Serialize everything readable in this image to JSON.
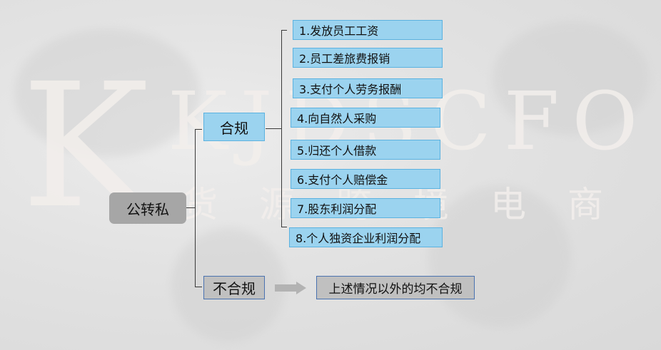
{
  "watermark": {
    "big_letter": "K",
    "logo": "KJDSCFO",
    "subtitle": "货源跨境电商"
  },
  "diagram": {
    "root": {
      "label": "公转私"
    },
    "compliant": {
      "label": "合规",
      "items": [
        "1.发放员工工资",
        "2.员工差旅费报销",
        "3.支付个人劳务报酬",
        "4.向自然人采购",
        "5.归还个人借款",
        "6.支付个人赔偿金",
        "7.股东利润分配",
        "8.个人独资企业利润分配"
      ]
    },
    "noncompliant": {
      "label": "不合规",
      "result": "上述情况以外的均不合规"
    }
  },
  "colors": {
    "root_fill": "#a6a6a6",
    "compliant_fill": "#9bd3ef",
    "compliant_border": "#5bb2e0",
    "noncompliant_fill": "#c0c0c0",
    "noncompliant_border": "#4a72b0",
    "arrow": "#b3b3b3",
    "connector": "#3a3a3a"
  }
}
